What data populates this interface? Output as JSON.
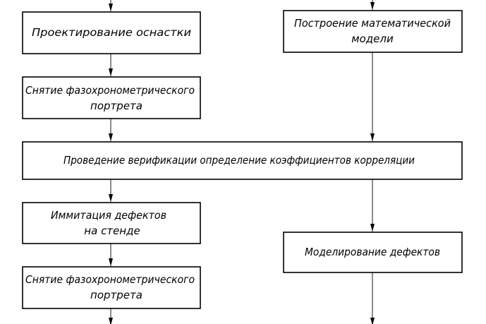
{
  "colors": {
    "background": "#ffffff",
    "line": "#000000",
    "text": "#000000"
  },
  "boxes": {
    "tooling_design": {
      "lines": [
        "Проектирование оснастки"
      ]
    },
    "math_model": {
      "lines": [
        "Построение математической",
        "модели"
      ]
    },
    "portrait_capture_1": {
      "lines": [
        "Снятие фазохронометрического",
        "портрета"
      ]
    },
    "verification": {
      "lines": [
        "Проведение верификации определение коэффициентов корреляции"
      ]
    },
    "defect_imitation": {
      "lines": [
        "Иммитация дефектов",
        "на стенде"
      ]
    },
    "defect_modeling": {
      "lines": [
        "Моделирование дефектов"
      ]
    },
    "portrait_capture_2": {
      "lines": [
        "Снятие фазохронометрического",
        "портрета"
      ]
    }
  }
}
